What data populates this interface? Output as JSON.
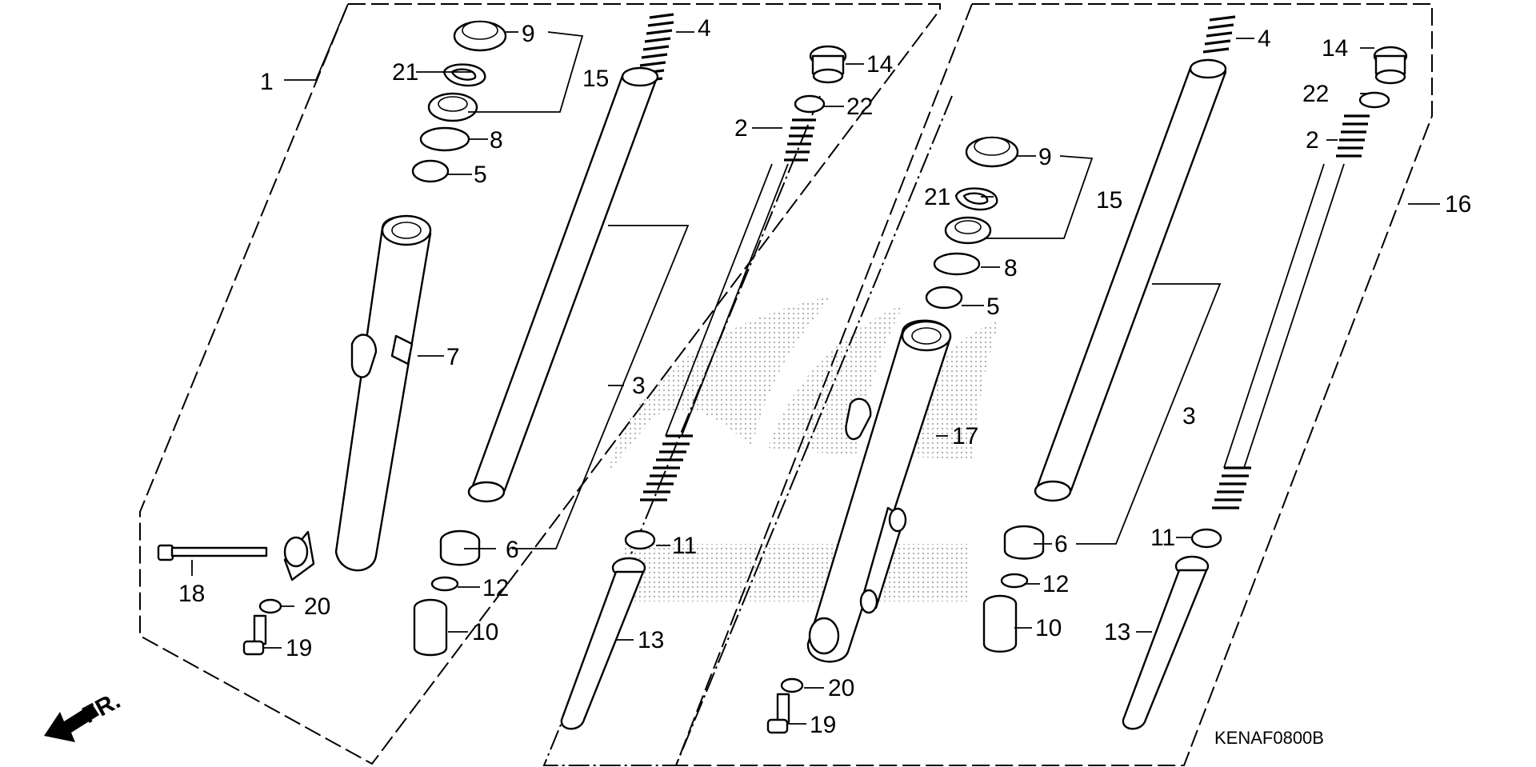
{
  "diagram_code": "KENAF0800B",
  "direction": {
    "label": "FR.",
    "icon": "front-direction-arrow-icon"
  },
  "callouts_left": {
    "c1": "1",
    "c2": "2",
    "c3": "3",
    "c4": "4",
    "c5": "5",
    "c6": "6",
    "c7": "7",
    "c8": "8",
    "c9": "9",
    "c10": "10",
    "c11": "11",
    "c12": "12",
    "c13": "13",
    "c14": "14",
    "c15": "15",
    "c18": "18",
    "c19": "19",
    "c20": "20",
    "c21": "21",
    "c22": "22"
  },
  "callouts_right": {
    "c2": "2",
    "c3": "3",
    "c4": "4",
    "c5": "5",
    "c6": "6",
    "c8": "8",
    "c9": "9",
    "c10": "10",
    "c11": "11",
    "c12": "12",
    "c13": "13",
    "c14": "14",
    "c15": "15",
    "c16": "16",
    "c17": "17",
    "c19": "19",
    "c20": "20",
    "c21": "21",
    "c22": "22"
  }
}
